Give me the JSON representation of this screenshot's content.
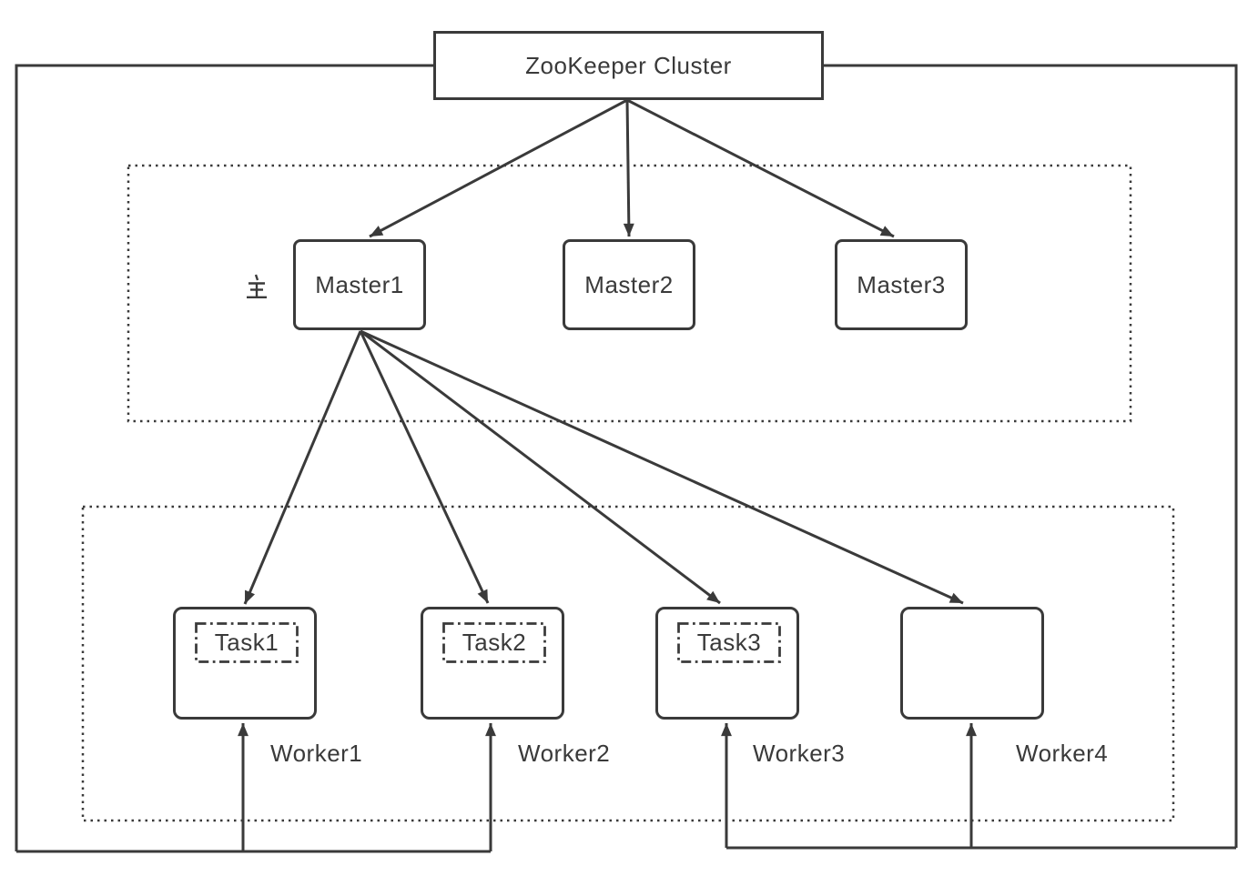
{
  "diagram": {
    "zookeeper": {
      "label": "ZooKeeper Cluster"
    },
    "leader_marker": "主",
    "masters": [
      {
        "label": "Master1"
      },
      {
        "label": "Master2"
      },
      {
        "label": "Master3"
      }
    ],
    "workers": [
      {
        "label": "Worker1",
        "task": "Task1"
      },
      {
        "label": "Worker2",
        "task": "Task2"
      },
      {
        "label": "Worker3",
        "task": "Task3"
      },
      {
        "label": "Worker4"
      }
    ],
    "colors": {
      "stroke": "#3a3a3a",
      "background": "#ffffff"
    }
  }
}
